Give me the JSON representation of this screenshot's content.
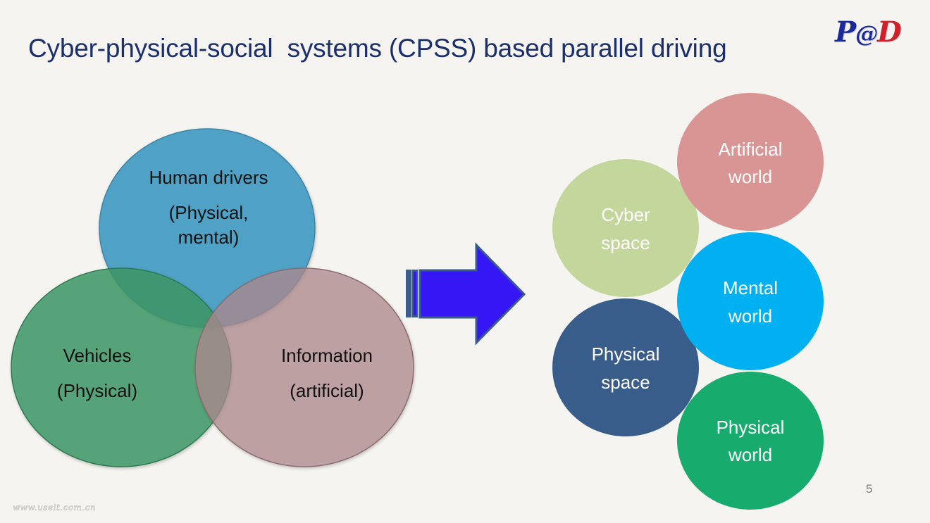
{
  "slide": {
    "title": "Cyber-physical-social  systems (CPSS) based parallel driving",
    "logo": {
      "p": "P",
      "at": "@",
      "d": "D"
    },
    "watermark": "www.useit.com.cn",
    "page_number": "5"
  },
  "venn": {
    "circles": [
      {
        "id": "human-drivers",
        "lines": [
          "Human drivers",
          "(Physical,",
          "mental)"
        ],
        "color": "#4a9ec4"
      },
      {
        "id": "vehicles",
        "lines": [
          "Vehicles",
          "(Physical)"
        ],
        "color": "#3d9966"
      },
      {
        "id": "information",
        "lines": [
          "Information",
          "(artificial)"
        ],
        "color": "#b08c90"
      }
    ]
  },
  "arrow": {
    "fill": "#3517f5",
    "stroke": "#3a5b8c",
    "direction": "right"
  },
  "bubbles": [
    {
      "id": "cyber-space",
      "lines": [
        "Cyber",
        "space"
      ],
      "color": "#c3d69b"
    },
    {
      "id": "physical-space",
      "lines": [
        "Physical",
        "space"
      ],
      "color": "#385d8a"
    },
    {
      "id": "artificial-world",
      "lines": [
        "Artificial",
        "world"
      ],
      "color": "#d99594"
    },
    {
      "id": "mental-world",
      "lines": [
        "Mental",
        "world"
      ],
      "color": "#00b0f0"
    },
    {
      "id": "physical-world",
      "lines": [
        "Physical",
        "world"
      ],
      "color": "#17ab6e"
    }
  ]
}
